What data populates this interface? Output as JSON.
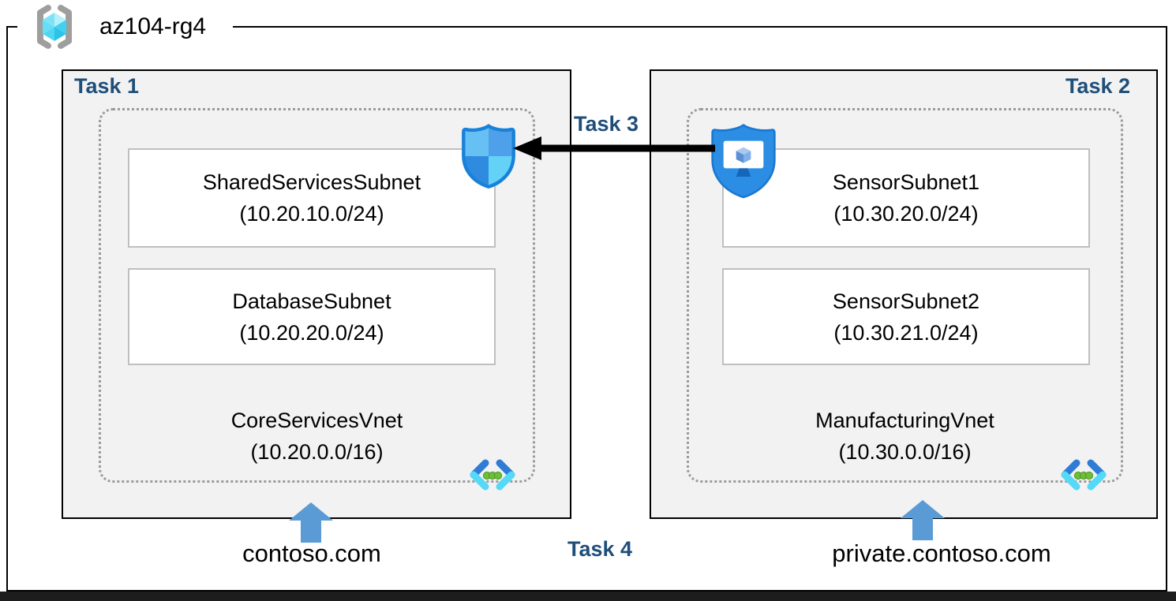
{
  "resource_group": {
    "name": "az104-rg4",
    "icon": "resource-group-icon"
  },
  "zones": {
    "left": {
      "task_label": "Task 1",
      "subnets": [
        {
          "name": "SharedServicesSubnet",
          "cidr": "(10.20.10.0/24)"
        },
        {
          "name": "DatabaseSubnet",
          "cidr": "(10.20.20.0/24)"
        }
      ],
      "vnet_name": "CoreServicesVnet",
      "vnet_cidr": "(10.20.0.0/16)",
      "dns_zone": "contoso.com"
    },
    "right": {
      "task_label": "Task 2",
      "subnets": [
        {
          "name": "SensorSubnet1",
          "cidr": "(10.30.20.0/24)"
        },
        {
          "name": "SensorSubnet2",
          "cidr": "(10.30.21.0/24)"
        }
      ],
      "vnet_name": "ManufacturingVnet",
      "vnet_cidr": "(10.30.0.0/16)",
      "dns_zone": "private.contoso.com"
    }
  },
  "annotations": {
    "task3": "Task 3",
    "task4": "Task 4"
  },
  "icons": {
    "nsg": "network-security-group-icon",
    "asg": "application-security-group-icon",
    "vnet": "virtual-network-icon",
    "resource_group": "resource-group-icon"
  },
  "colors": {
    "task_label": "#1F4E79",
    "zone_fill": "#F2F2F2",
    "up_arrow": "#5B9BD5",
    "flow_arrow": "#000000"
  }
}
